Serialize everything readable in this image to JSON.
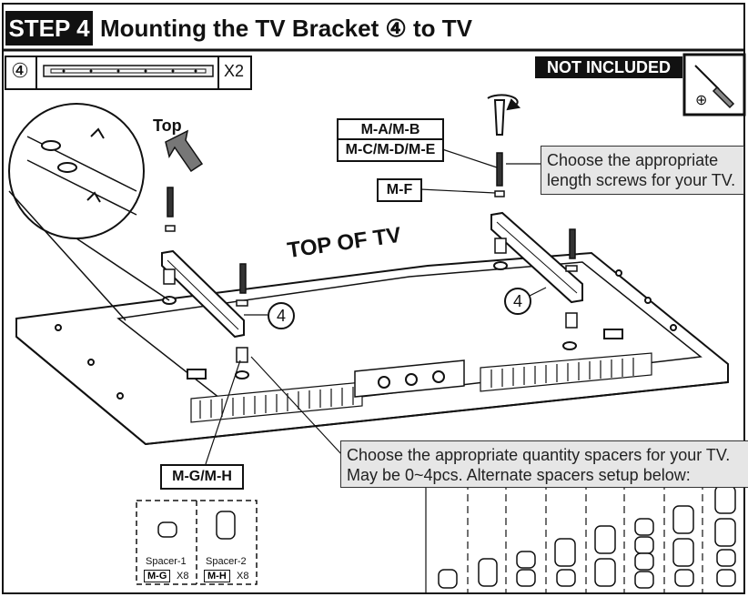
{
  "header": {
    "step": "STEP 4",
    "title": "Mounting the TV Bracket ④ to TV"
  },
  "hardware": {
    "part_number": "④",
    "quantity": "X2"
  },
  "tool": {
    "not_included": "NOT INCLUDED",
    "symbol": "⊕"
  },
  "labels": {
    "ma_mb": "M-A/M-B",
    "mc_md_me": "M-C/M-D/M-E",
    "mf": "M-F",
    "mg_mh": "M-G/M-H",
    "top": "Top",
    "top_of_tv": "TOP OF TV",
    "bracket_left": "4",
    "bracket_right": "4"
  },
  "callouts": {
    "screws": "Choose the appropriate length screws for your TV.",
    "spacers_line1": "Choose the appropriate quantity spacers for your TV.",
    "spacers_line2": "May be 0~4pcs.  Alternate spacers setup below:"
  },
  "spacer_table": {
    "spacer1_name": "Spacer-1",
    "spacer1_code": "M-G",
    "spacer1_qty": "X8",
    "spacer2_name": "Spacer-2",
    "spacer2_code": "M-H",
    "spacer2_qty": "X8"
  }
}
